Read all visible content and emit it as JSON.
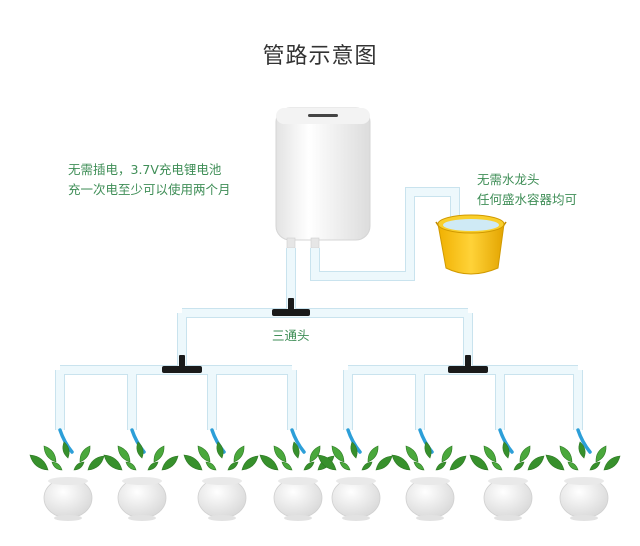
{
  "title": "管路示意图",
  "notes": {
    "left_line1": "无需插电，3.7V充电锂电池",
    "left_line2": "充一次电至少可以使用两个月",
    "right_line1": "无需水龙头",
    "right_line2": "任何盛水容器均可"
  },
  "tee_label": "三通头",
  "colors": {
    "pipe": "#e9f6fb",
    "pipe_edge": "#c9e3ee",
    "connector": "#1a1a1a",
    "drip_line": "#2d9fd8",
    "note_text": "#3f8e57",
    "bucket": "#f7c21b",
    "pot": "#f4f4f4",
    "leaf": "#3f9a34"
  },
  "plant_count": 8
}
